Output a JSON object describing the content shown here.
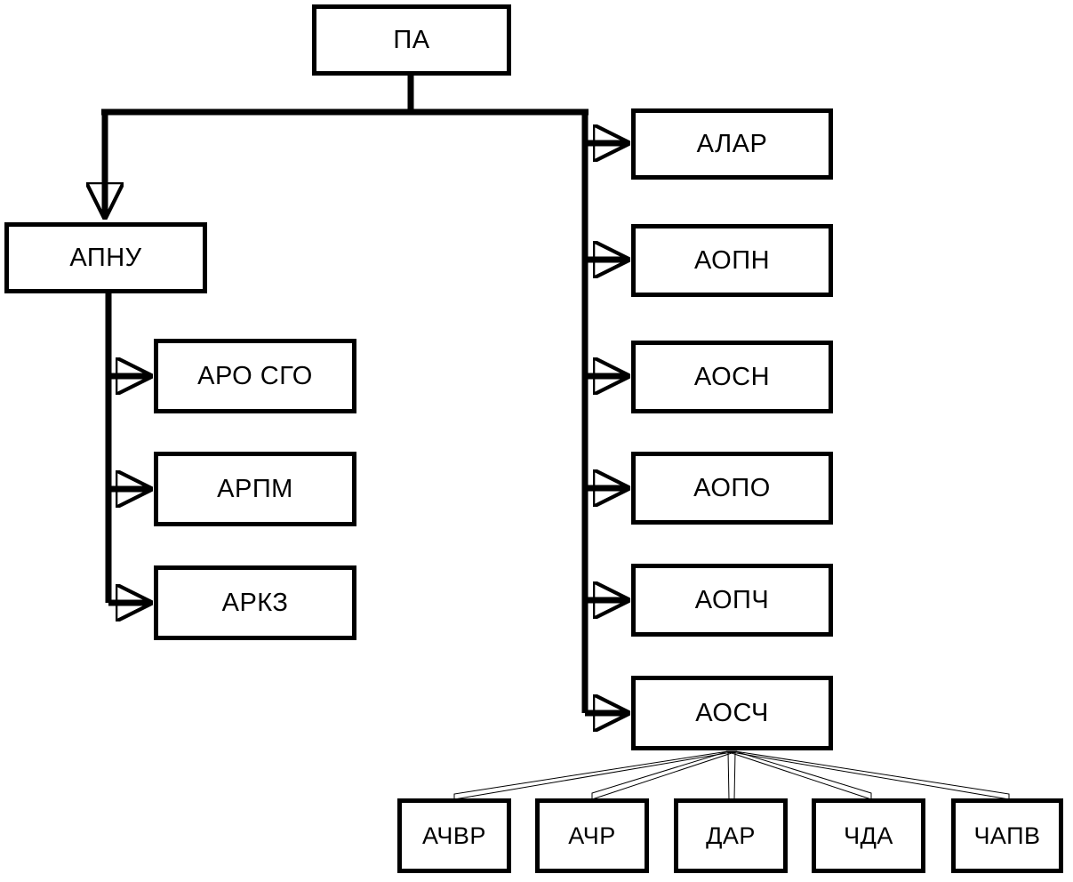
{
  "diagram": {
    "title": "",
    "type": "org-hierarchy-block-diagram",
    "colors": {
      "stroke": "#000000",
      "fill": "#ffffff",
      "text": "#000000"
    },
    "root": {
      "id": "pa",
      "label": "ПА"
    },
    "left_branch": {
      "parent": {
        "id": "apnu",
        "label": "АПНУ"
      },
      "children": [
        {
          "id": "aro-sgo",
          "label": "АРО СГО"
        },
        {
          "id": "arpm",
          "label": "АРПМ"
        },
        {
          "id": "arkz",
          "label": "АРКЗ"
        }
      ]
    },
    "right_branch": {
      "children": [
        {
          "id": "alar",
          "label": "АЛАР"
        },
        {
          "id": "aopn",
          "label": "АОПН"
        },
        {
          "id": "aosn",
          "label": "АОСН"
        },
        {
          "id": "aopo",
          "label": "АОПО"
        },
        {
          "id": "aopch",
          "label": "АОПЧ"
        },
        {
          "id": "aosch",
          "label": "АОСЧ"
        }
      ]
    },
    "bottom_branch": {
      "parent_id": "aosch",
      "children": [
        {
          "id": "achvr",
          "label": "АЧВР"
        },
        {
          "id": "achr",
          "label": "АЧР"
        },
        {
          "id": "dar",
          "label": "ДАР"
        },
        {
          "id": "chda",
          "label": "ЧДА"
        },
        {
          "id": "chapv",
          "label": "ЧАПВ"
        }
      ]
    }
  }
}
